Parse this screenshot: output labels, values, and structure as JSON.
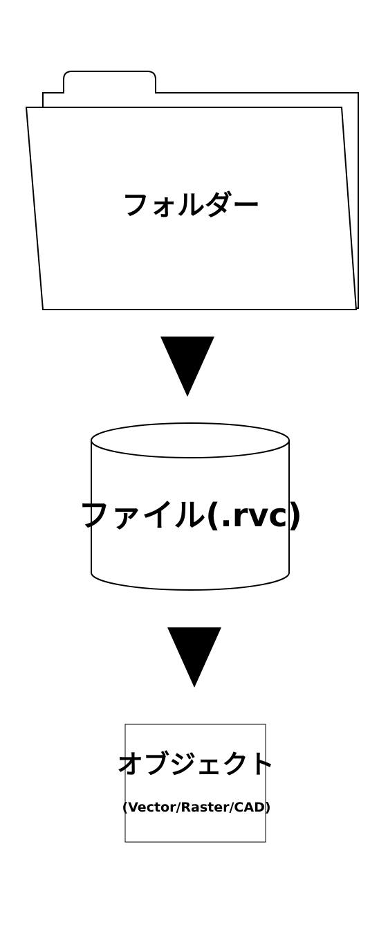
{
  "diagram": {
    "folder": {
      "label": "フォルダー"
    },
    "file": {
      "label": "ファイル(.rvc)"
    },
    "object": {
      "label": "オブジェクト",
      "sublabel": "(Vector/Raster/CAD)"
    }
  },
  "colors": {
    "stroke": "#000000",
    "fill": "#ffffff",
    "arrow": "#000000"
  }
}
